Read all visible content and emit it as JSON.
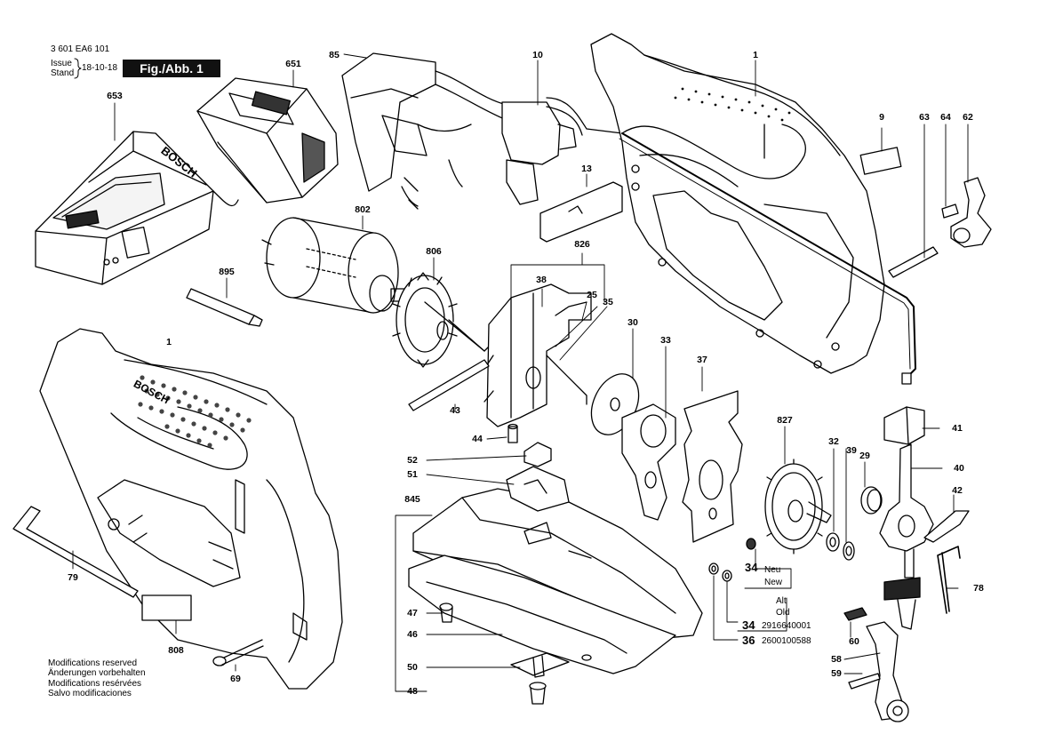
{
  "header": {
    "doc_number": "3 601 EA6 101",
    "issue_label": "Issue",
    "stand_label": "Stand",
    "issue_date": "18-10-18",
    "figure_label": "Fig./Abb. 1"
  },
  "footer_notes": [
    "Modifications reserved",
    "Änderungen vorbehalten",
    "Modifications resérvées",
    "Salvo modificaciones"
  ],
  "brand_marks": {
    "charger_brand": "BOSCH",
    "tool_brand": "BOSCH"
  },
  "parts": [
    "1",
    "1",
    "9",
    "10",
    "13",
    "25",
    "29",
    "30",
    "32",
    "33",
    "35",
    "37",
    "38",
    "39",
    "40",
    "41",
    "42",
    "43",
    "44",
    "46",
    "47",
    "48",
    "50",
    "51",
    "52",
    "58",
    "59",
    "60",
    "62",
    "63",
    "64",
    "69",
    "78",
    "79",
    "85",
    "651",
    "653",
    "802",
    "806",
    "808",
    "826",
    "827",
    "845",
    "895"
  ],
  "callout_new": {
    "part": "34",
    "label_de": "Neu",
    "label_en": "New"
  },
  "callout_old": {
    "label_de": "Alt",
    "label_en": "Old",
    "rows": [
      {
        "part": "34",
        "code": "2916640001"
      },
      {
        "part": "36",
        "code": "2600100588"
      }
    ]
  }
}
